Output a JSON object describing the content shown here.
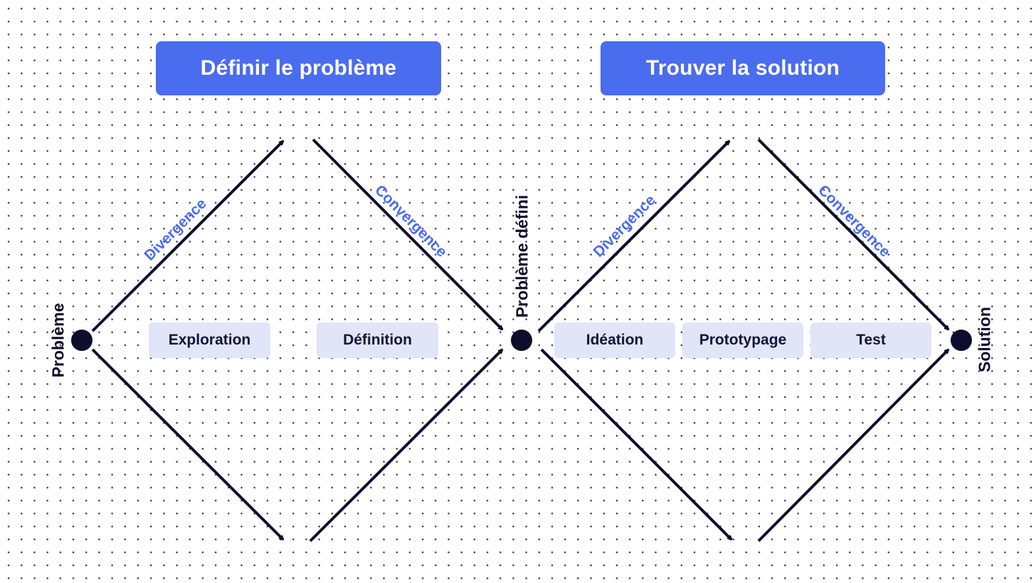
{
  "phases": [
    {
      "title": "Définir le problème"
    },
    {
      "title": "Trouver la solution"
    }
  ],
  "nodes": {
    "start": "Problème",
    "middle": "Problème défini",
    "end": "Solution"
  },
  "flows": {
    "divergence": "Divergence",
    "convergence": "Convergence"
  },
  "steps": [
    "Exploration",
    "Définition",
    "Idéation",
    "Prototypage",
    "Test"
  ],
  "colors": {
    "accent": "#4a6cee",
    "ink": "#0d0d2e",
    "step_bg": "#e1e5f8"
  }
}
